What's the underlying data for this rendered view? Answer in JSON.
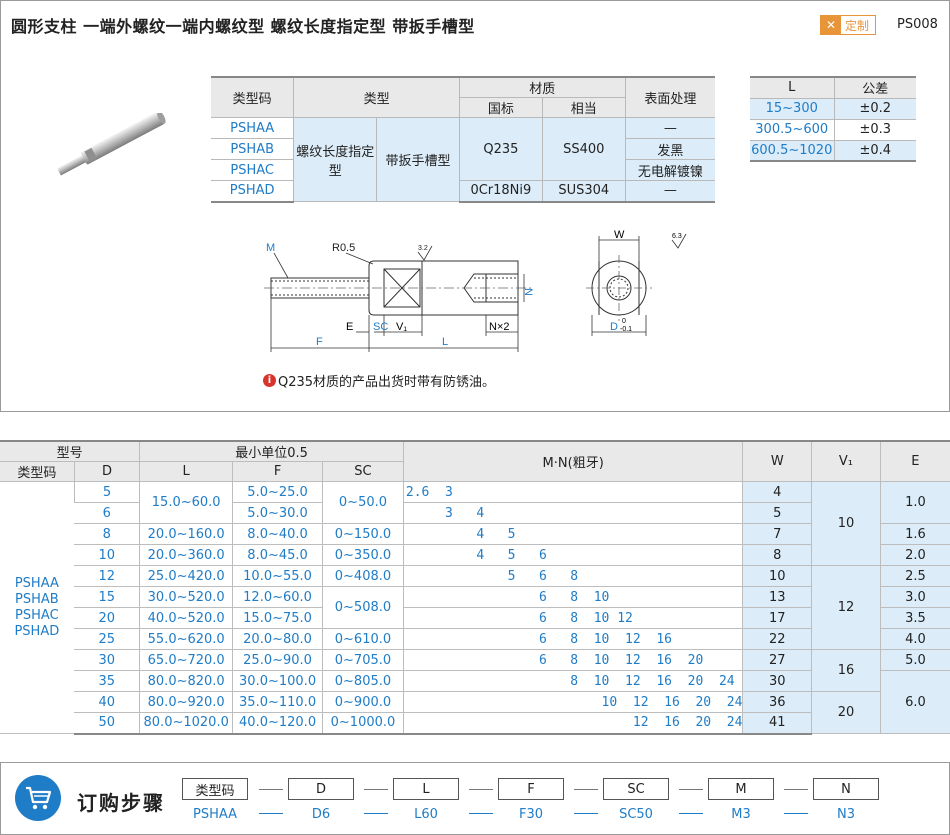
{
  "header": {
    "title": "圆形支柱  一端外螺纹一端内螺纹型  螺纹长度指定型  带扳手槽型",
    "badge": "定制",
    "code": "PS008"
  },
  "spec": {
    "h_code": "类型码",
    "h_type": "类型",
    "h_material": "材质",
    "h_gb": "国标",
    "h_equiv": "相当",
    "h_surface": "表面处理",
    "codes": [
      "PSHAA",
      "PSHAB",
      "PSHAC",
      "PSHAD"
    ],
    "type1": "螺纹长度指定型",
    "type2": "带扳手槽型",
    "mat1_gb": "Q235",
    "mat1_eq": "SS400",
    "mat2_gb": "0Cr18Ni9",
    "mat2_eq": "SUS304",
    "surfaces": [
      "—",
      "发黑",
      "无电解镀镍",
      "—"
    ]
  },
  "tolerance": {
    "h_l": "L",
    "h_tol": "公差",
    "rows": [
      {
        "l": "15~300",
        "t": "±0.2"
      },
      {
        "l": "300.5~600",
        "t": "±0.3"
      },
      {
        "l": "600.5~1020",
        "t": "±0.4"
      }
    ]
  },
  "drawing": {
    "m": "M",
    "r": "R0.5",
    "rough1": "3.2",
    "rough2": "6.3",
    "n": "N",
    "e": "E",
    "sc": "SC",
    "v1": "V₁",
    "nx2": "N×2",
    "f": "F",
    "l": "L",
    "w": "W",
    "d": "D",
    "d_tol_top": "0",
    "d_tol_bot": "-0.1"
  },
  "note": "Q235材质的产品出货时带有防锈油。",
  "main": {
    "h_model": "型号",
    "h_min": "最小单位0.5",
    "h_mn": "M·N(粗牙)",
    "h_w": "W",
    "h_v1": "V₁",
    "h_e": "E",
    "h_code": "类型码",
    "h_d": "D",
    "h_l": "L",
    "h_f": "F",
    "h_sc": "SC",
    "codes": "PSHAA\nPSHAB\nPSHAC\nPSHAD",
    "rows": [
      {
        "d": "5",
        "l": "15.0~60.0",
        "f": "5.0~25.0",
        "sc": "0~50.0",
        "mn": "2.6  3",
        "w": "4"
      },
      {
        "d": "6",
        "f": "5.0~30.0",
        "sc": "0~50.0",
        "mn": "     3   4",
        "w": "5"
      },
      {
        "d": "8",
        "l": "20.0~160.0",
        "f": "8.0~40.0",
        "sc": "0~150.0",
        "mn": "         4   5",
        "w": "7"
      },
      {
        "d": "10",
        "l": "20.0~360.0",
        "f": "8.0~45.0",
        "sc": "0~350.0",
        "mn": "         4   5   6",
        "w": "8"
      },
      {
        "d": "12",
        "l": "25.0~420.0",
        "f": "10.0~55.0",
        "sc": "0~408.0",
        "mn": "             5   6   8",
        "w": "10"
      },
      {
        "d": "15",
        "l": "30.0~520.0",
        "f": "12.0~60.0",
        "sc": "0~508.0",
        "mn": "                 6   8  10",
        "w": "13"
      },
      {
        "d": "20",
        "l": "40.0~520.0",
        "f": "15.0~75.0",
        "mn": "                 6   8  10 12",
        "w": "17"
      },
      {
        "d": "25",
        "l": "55.0~620.0",
        "f": "20.0~80.0",
        "sc": "0~610.0",
        "mn": "                 6   8  10  12  16",
        "w": "22"
      },
      {
        "d": "30",
        "l": "65.0~720.0",
        "f": "25.0~90.0",
        "sc": "0~705.0",
        "mn": "                 6   8  10  12  16  20",
        "w": "27"
      },
      {
        "d": "35",
        "l": "80.0~820.0",
        "f": "30.0~100.0",
        "sc": "0~805.0",
        "mn": "                     8  10  12  16  20  24",
        "w": "30"
      },
      {
        "d": "40",
        "l": "80.0~920.0",
        "f": "35.0~110.0",
        "sc": "0~900.0",
        "mn": "                         10  12  16  20  24",
        "w": "36"
      },
      {
        "d": "50",
        "l": "80.0~1020.0",
        "f": "40.0~120.0",
        "sc": "0~1000.0",
        "mn": "                             12  16  20  24",
        "w": "41"
      }
    ],
    "v1": [
      "10",
      "12",
      "16",
      "20"
    ],
    "e": [
      "1.0",
      "1.6",
      "2.0",
      "2.5",
      "3.0",
      "3.5",
      "4.0",
      "5.0",
      "6.0"
    ]
  },
  "order": {
    "title": "订购步骤",
    "steps": [
      {
        "label": "类型码",
        "value": "PSHAA"
      },
      {
        "label": "D",
        "value": "D6"
      },
      {
        "label": "L",
        "value": "L60"
      },
      {
        "label": "F",
        "value": "F30"
      },
      {
        "label": "SC",
        "value": "SC50"
      },
      {
        "label": "M",
        "value": "M3"
      },
      {
        "label": "N",
        "value": "N3"
      }
    ]
  },
  "colors": {
    "accent": "#1f7cc7",
    "header_bg": "#e9e9e9",
    "highlight_bg": "#dcedf9",
    "badge": "#e8953a"
  }
}
